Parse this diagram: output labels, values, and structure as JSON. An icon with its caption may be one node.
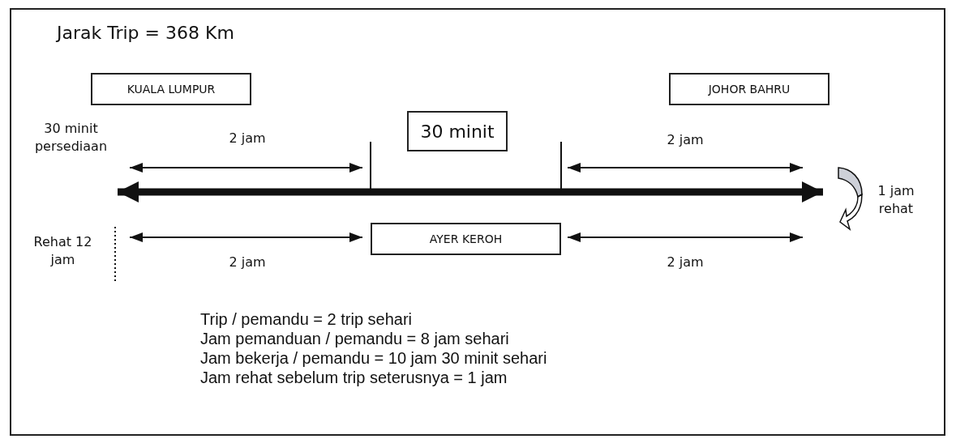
{
  "diagram": {
    "title": "Jarak Trip = 368 Km",
    "nodes": [
      {
        "text": [
          "KUALA LUMPUR"
        ]
      },
      {
        "text": [
          "JOHOR BAHRU"
        ]
      },
      {
        "text": [
          "30 minit"
        ]
      },
      {
        "text": [
          "AYER KEROH"
        ]
      }
    ],
    "edges": [],
    "labels": [
      "30 minit persediaan",
      "2 jam",
      "2 jam",
      "1 jam rehat",
      "Rehat 12 jam",
      "2 jam",
      "2 jam",
      "Trip / pemandu = 2 trip sehari",
      "Jam pemanduan / pemandu = 8 jam sehari",
      "Jam bekerja / pemandu = 10 jam 30 minit sehari",
      "Jam rehat sebelum trip seterusnya = 1 jam"
    ]
  }
}
